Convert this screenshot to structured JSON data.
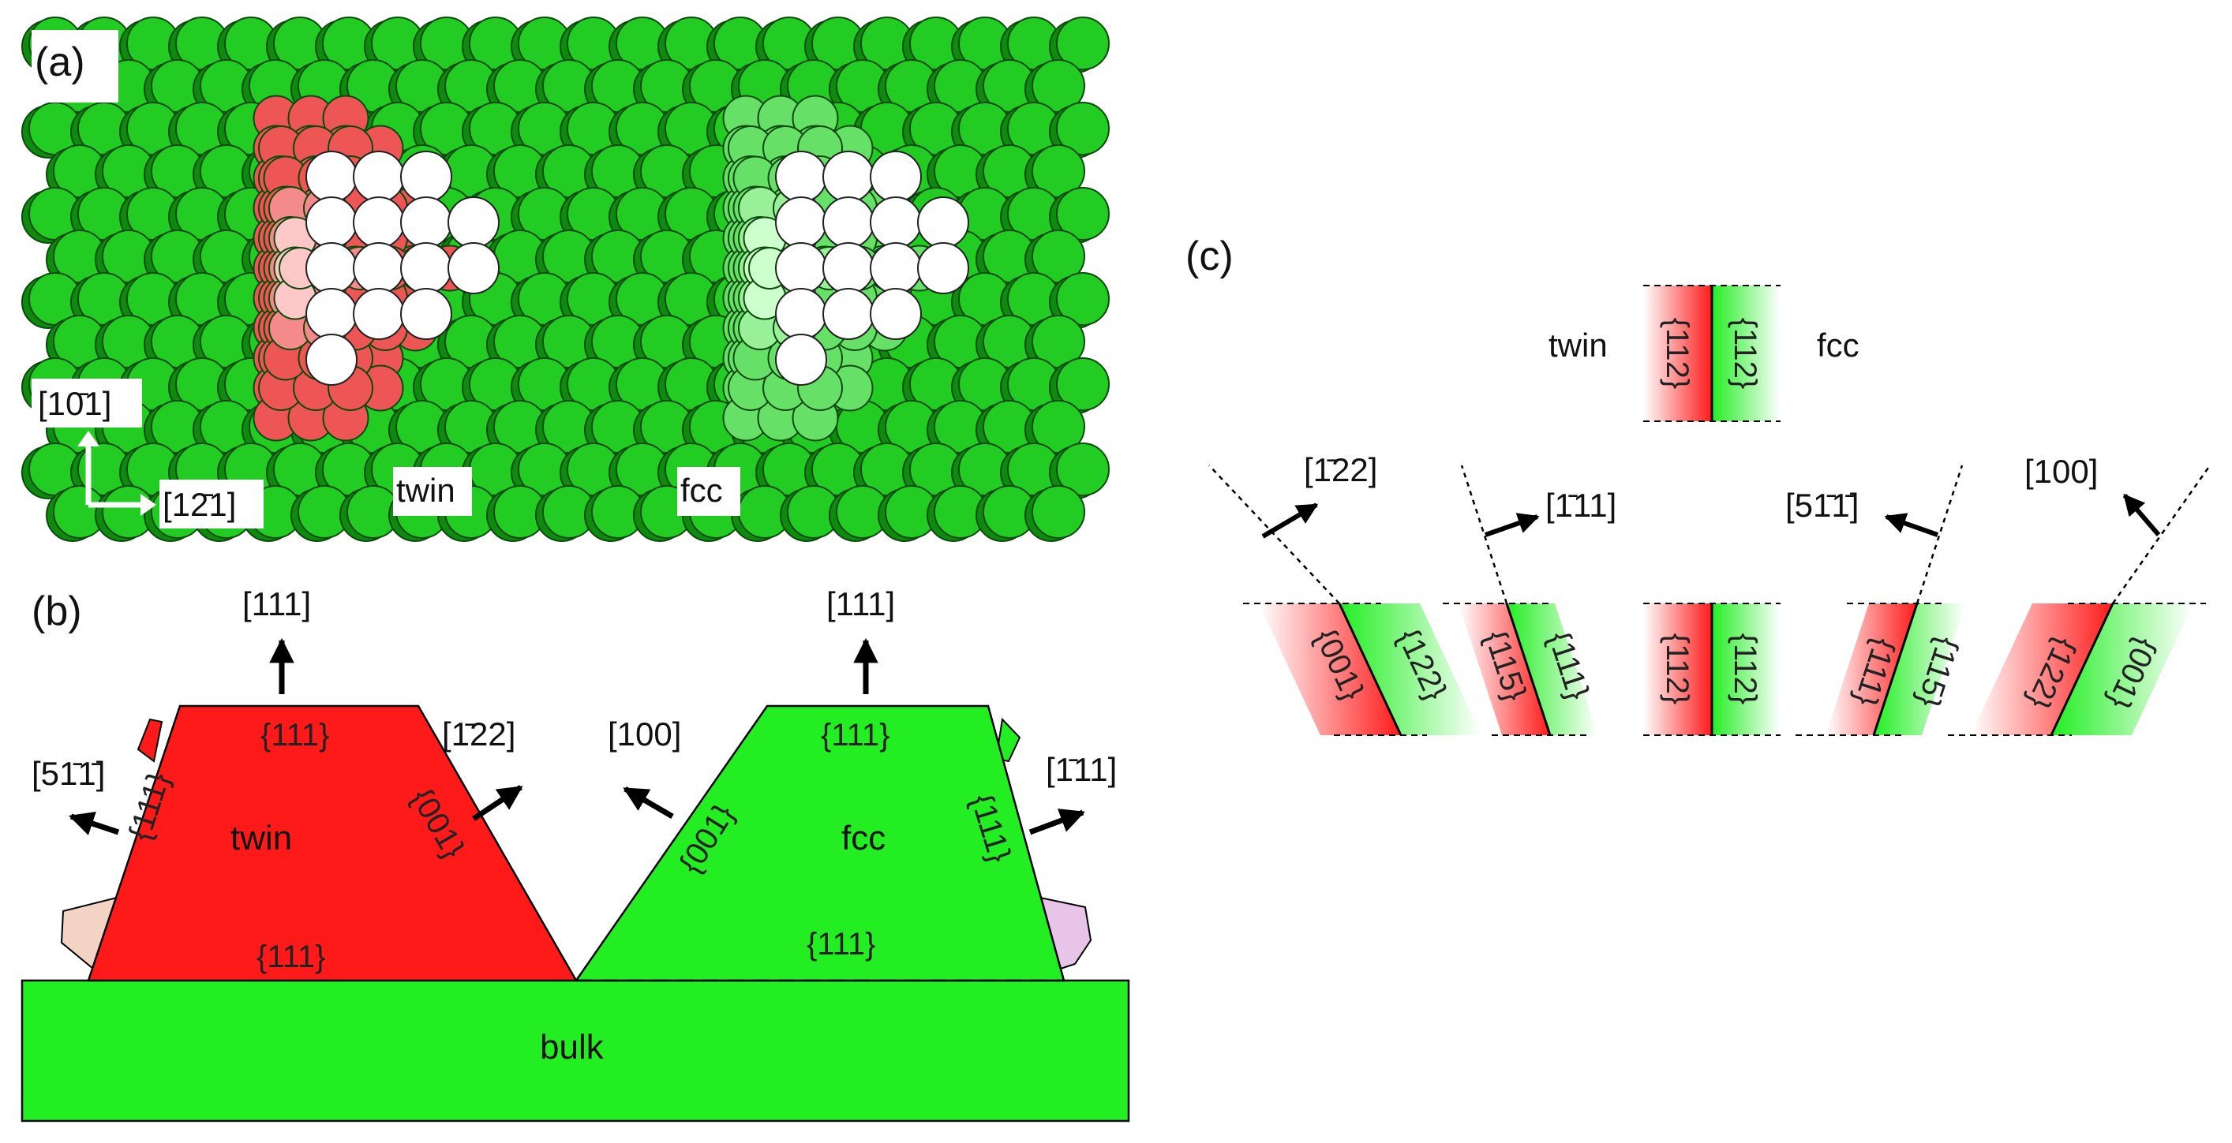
{
  "panels": {
    "a": {
      "label": "(a)",
      "axis_up": "[10̄1]",
      "axis_right": "[12̄1]",
      "island_labels": [
        "twin",
        "fcc"
      ]
    },
    "b": {
      "label": "(b)",
      "twin_island": {
        "name": "twin",
        "top_direction": "[111]",
        "left_direction": "[51̄1̄]",
        "right_direction": "[1̄22]",
        "facet_top": "{111}",
        "facet_left": "{111}",
        "facet_right": "{001}",
        "facet_bottom": "{111}"
      },
      "fcc_island": {
        "name": "fcc",
        "top_direction": "[111]",
        "left_direction": "[100]",
        "right_direction": "[1̄11]",
        "facet_top": "{111}",
        "facet_left": "{001}",
        "facet_right": "{111}",
        "facet_bottom": "{111}"
      },
      "substrate": "bulk"
    },
    "c": {
      "label": "(c)",
      "top_pair": {
        "left_label": "twin",
        "right_label": "fcc",
        "red_facet": "{112}",
        "green_facet": "{112}"
      },
      "directions": [
        "[1̄22]",
        "[1̄11]",
        "[51̄1̄]",
        "[100]"
      ],
      "pairs": [
        {
          "red": "{001}",
          "green": "{122}"
        },
        {
          "red": "{115}",
          "green": "{111}"
        },
        {
          "red": "{112}",
          "green": "{112}"
        },
        {
          "red": "{111}",
          "green": "{115}"
        },
        {
          "red": "{122}",
          "green": "{001}"
        }
      ]
    }
  },
  "colors": {
    "substrate_green": "#1aa31a",
    "bright_green": "#22ee22",
    "twin_red": "#ff1111",
    "white_atom": "#ffffff"
  }
}
